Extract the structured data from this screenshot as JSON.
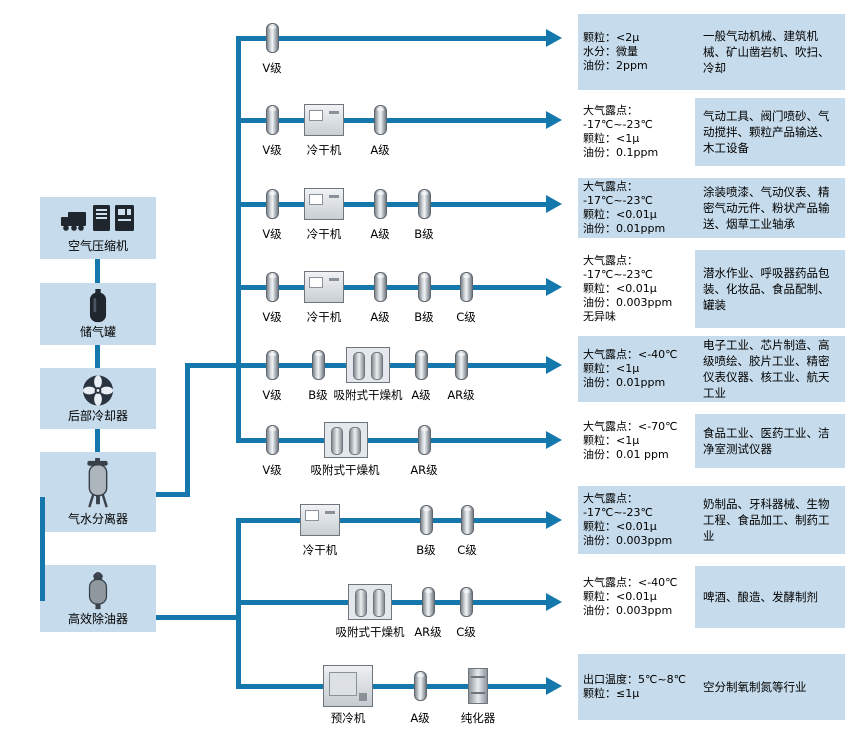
{
  "colors": {
    "flow_line": "#1478ad",
    "panel_bg": "#c6dbeb"
  },
  "equipment": [
    {
      "label": "空气压缩机"
    },
    {
      "label": "储气罐"
    },
    {
      "label": "后部冷却器"
    },
    {
      "label": "气水分离器"
    },
    {
      "label": "高效除油器"
    }
  ],
  "rows": [
    {
      "components": [
        {
          "type": "filter",
          "label": "V级"
        }
      ],
      "specs": [
        "颗粒：<2μ",
        "水分：微量",
        "油份：2ppm"
      ],
      "application": "一般气动机械、建筑机械、矿山凿岩机、吹扫、冷却"
    },
    {
      "components": [
        {
          "type": "filter",
          "label": "V级"
        },
        {
          "type": "dryer",
          "label": "冷干机"
        },
        {
          "type": "filter",
          "label": "A级"
        }
      ],
      "specs": [
        "大气露点：",
        "-17℃~-23℃",
        "颗粒：<1μ",
        "油份：0.1ppm"
      ],
      "application": "气动工具、阀门喷砂、气动搅拌、颗粒产品输送、木工设备"
    },
    {
      "components": [
        {
          "type": "filter",
          "label": "V级"
        },
        {
          "type": "dryer",
          "label": "冷干机"
        },
        {
          "type": "filter",
          "label": "A级"
        },
        {
          "type": "filter",
          "label": "B级"
        }
      ],
      "specs": [
        "大气露点：",
        "-17℃~-23℃",
        "颗粒：<0.01μ",
        "油份：0.01ppm"
      ],
      "application": "涂装喷漆、气动仪表、精密气动元件、粉状产品输送、烟草工业轴承"
    },
    {
      "components": [
        {
          "type": "filter",
          "label": "V级"
        },
        {
          "type": "dryer",
          "label": "冷干机"
        },
        {
          "type": "filter",
          "label": "A级"
        },
        {
          "type": "filter",
          "label": "B级"
        },
        {
          "type": "filter",
          "label": "C级"
        }
      ],
      "specs": [
        "大气露点：",
        "-17℃~-23℃",
        "颗粒：<0.01μ",
        "油份：0.003ppm",
        "无异味"
      ],
      "application": "潜水作业、呼吸器药品包装、化妆品、食品配制、罐装"
    },
    {
      "components": [
        {
          "type": "filter",
          "label": "V级"
        },
        {
          "type": "filter",
          "label": "B级"
        },
        {
          "type": "adsorber",
          "label": "吸附式干燥机"
        },
        {
          "type": "filter",
          "label": "A级"
        },
        {
          "type": "filter",
          "label": "AR级"
        }
      ],
      "specs": [
        "大气露点：<-40℃",
        "颗粒：<1μ",
        "油份：0.01ppm"
      ],
      "application": "电子工业、芯片制造、高级喷绘、胶片工业、精密仪表仪器、核工业、航天工业"
    },
    {
      "components": [
        {
          "type": "filter",
          "label": "V级"
        },
        {
          "type": "adsorber",
          "label": "吸附式干燥机"
        },
        {
          "type": "filter",
          "label": "AR级"
        }
      ],
      "specs": [
        "大气露点：<-70℃",
        "颗粒：<1μ",
        "油份：0.01 ppm"
      ],
      "application": "食品工业、医药工业、洁净室测试仪器"
    },
    {
      "components": [
        {
          "type": "dryer",
          "label": "冷干机"
        },
        {
          "type": "filter",
          "label": "B级"
        },
        {
          "type": "filter",
          "label": "C级"
        }
      ],
      "specs": [
        "大气露点：",
        "-17℃~-23℃",
        "颗粒：<0.01μ",
        "油份：0.003ppm"
      ],
      "application": "奶制品、牙科器械、生物工程、食品加工、制药工业"
    },
    {
      "components": [
        {
          "type": "adsorber",
          "label": "吸附式干燥机"
        },
        {
          "type": "filter",
          "label": "AR级"
        },
        {
          "type": "filter",
          "label": "C级"
        }
      ],
      "specs": [
        "大气露点：<-40℃",
        "颗粒：<0.01μ",
        "油份：0.003ppm"
      ],
      "application": "啤酒、酿造、发酵制剂"
    },
    {
      "components": [
        {
          "type": "precooler",
          "label": "预冷机"
        },
        {
          "type": "filter",
          "label": "A级"
        },
        {
          "type": "purifier",
          "label": "纯化器"
        }
      ],
      "specs": [
        "出口温度：5℃~8℃",
        "颗粒：≤1μ"
      ],
      "application": "空分制氧制氮等行业"
    }
  ]
}
